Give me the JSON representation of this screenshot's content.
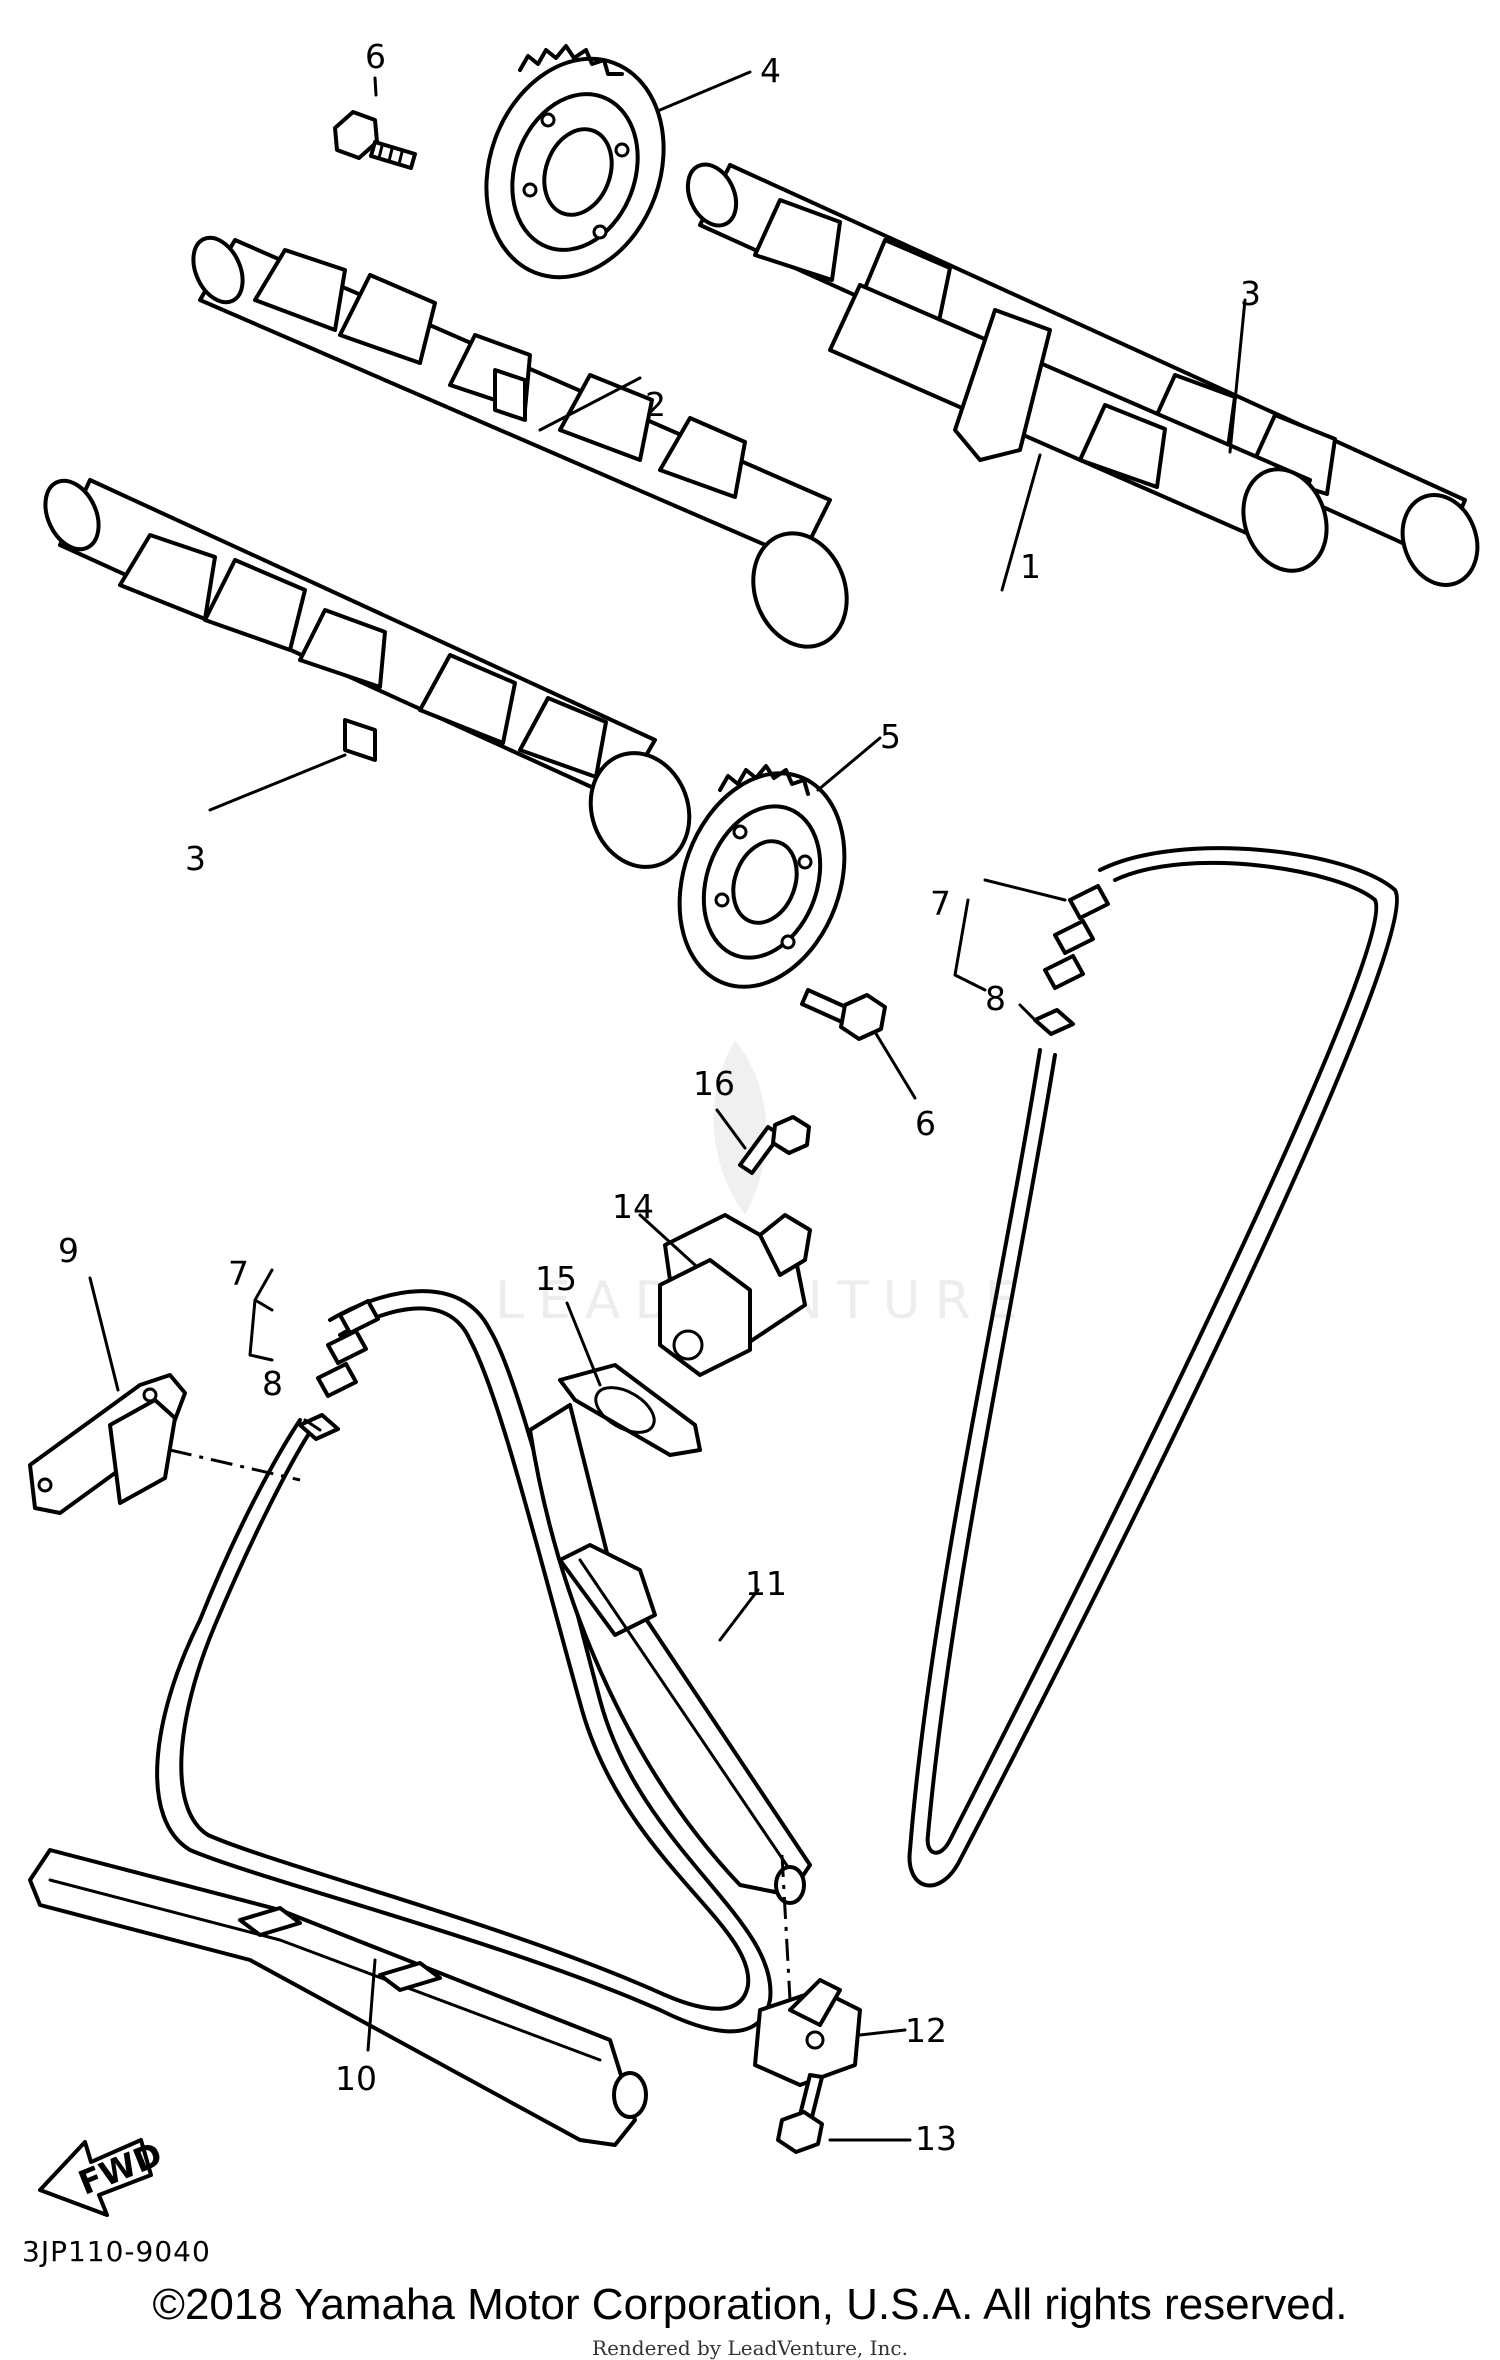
{
  "diagram": {
    "part_labels": [
      "1",
      "2",
      "3",
      "3",
      "4",
      "5",
      "6",
      "6",
      "7",
      "7",
      "8",
      "8",
      "9",
      "10",
      "11",
      "12",
      "13",
      "14",
      "15",
      "16"
    ],
    "fwd_label": "FWD",
    "watermark": "LEADVENTURE",
    "diagram_code": "3JP110-9040"
  },
  "footer": {
    "copyright": "©2018 Yamaha Motor Corporation, U.S.A. All rights reserved.",
    "rendered_by": "Rendered by LeadVenture, Inc."
  }
}
